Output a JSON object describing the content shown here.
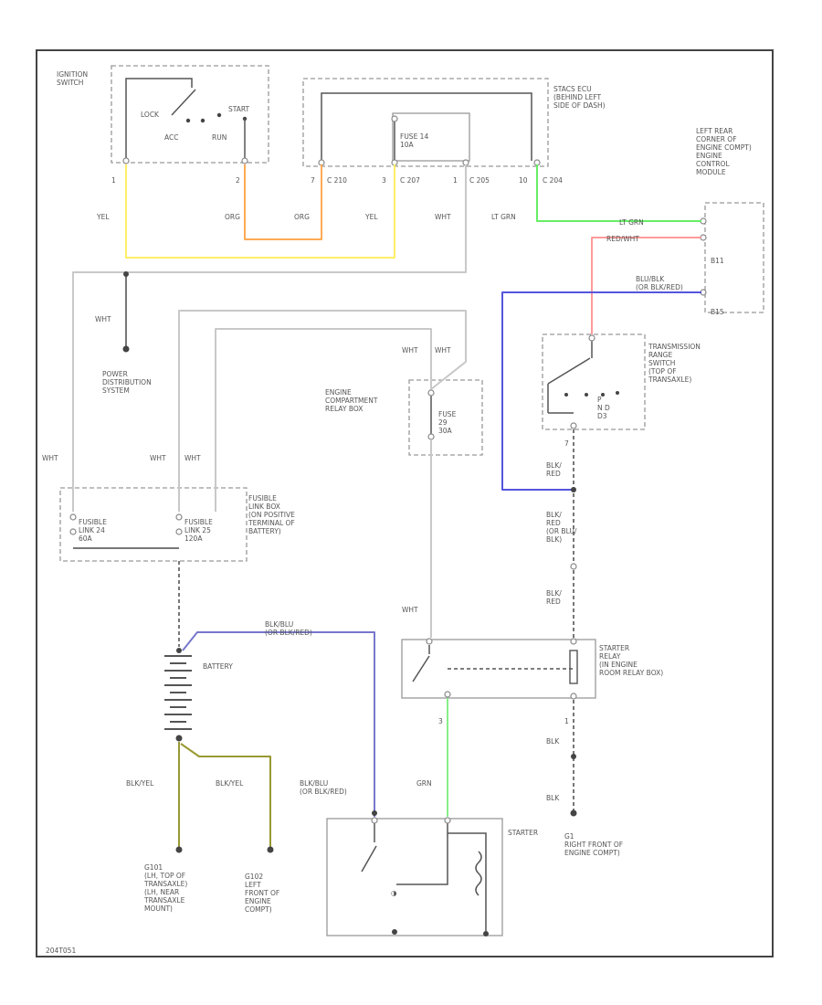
{
  "components": {
    "ignition_switch": "IGNITION\nSWITCH",
    "ign_lock": "LOCK",
    "ign_acc": "ACC",
    "ign_run": "RUN",
    "ign_start": "START",
    "stacs_ecu": "STACS ECU\n(BEHIND LEFT\nSIDE OF DASH)",
    "fuse_14": "FUSE 14\n10A",
    "ecm": "LEFT REAR\nCORNER OF\nENGINE COMPT)\nENGINE\nCONTROL\nMODULE",
    "power_dist": "POWER\nDISTRIBUTION\nSYSTEM",
    "engine_relay_box": "ENGINE\nCOMPARTMENT\nRELAY BOX",
    "fuse_29": "FUSE\n29\n30A",
    "trs": "TRANSMISSION\nRANGE\nSWITCH\n(TOP OF\nTRANSAXLE)",
    "trs_pos": "P\nN  D\nD3",
    "fusible_box": "FUSIBLE\nLINK BOX\n(ON POSITIVE\nTERMINAL OF\nBATTERY)",
    "fusible_link_24": "FUSIBLE\nLINK 24\n60A",
    "fusible_link_25": "FUSIBLE\nLINK 25\n120A",
    "battery": "BATTERY",
    "starter_relay": "STARTER\nRELAY\n(IN ENGINE\nROOM RELAY BOX)",
    "starter": "STARTER",
    "g101": "G101\n(LH, TOP OF\nTRANSAXLE)\n(LH, NEAR\nTRANSAXLE\nMOUNT)",
    "g102": "G102\nLEFT\nFRONT OF\nENGINE\nCOMPT)",
    "g201": "G1\nRIGHT FRONT OF\nENGINE COMPT)",
    "code": "204T051"
  },
  "connectors": {
    "c1": "1",
    "c2": "2",
    "c7": "7",
    "c3": "3",
    "c1b": "1",
    "c10": "10",
    "c210": "C 210",
    "c207": "C 207",
    "c205": "C 205",
    "c204": "C 204",
    "ecm_pin_1": "B11",
    "ecm_pin_2": "B15",
    "trs_pin": "7",
    "relay_pin_3": "3",
    "relay_pin_1": "1"
  },
  "wires": {
    "yel_1": "YEL",
    "org_1": "ORG",
    "org_2": "ORG",
    "yel_2": "YEL",
    "wht_1": "WHT",
    "lt_grn": "LT GRN",
    "lt_grn_ecm": "LT GRN",
    "red_wht": "RED/WHT",
    "blu_blk": "BLU/BLK\n(OR BLK/RED)",
    "wht_pds": "WHT",
    "wht_a": "WHT",
    "wht_b": "WHT",
    "wht_c": "WHT",
    "wht_d": "WHT",
    "wht_e": "WHT",
    "blk_red_1": "BLK/\nRED",
    "blk_red_2": "BLK/\nRED\n(OR BLU/\nBLK)",
    "blk_red_3": "BLK/\nRED",
    "wht_relay": "WHT",
    "blk_blu_top": "BLK/BLU\n(OR BLK/RED)",
    "blk_yel_1": "BLK/YEL",
    "blk_yel_2": "BLK/YEL",
    "blk_blu_bot": "BLK/BLU\n(OR BLK/RED)",
    "grn": "GRN",
    "blk_1": "BLK",
    "blk_2": "BLK"
  }
}
